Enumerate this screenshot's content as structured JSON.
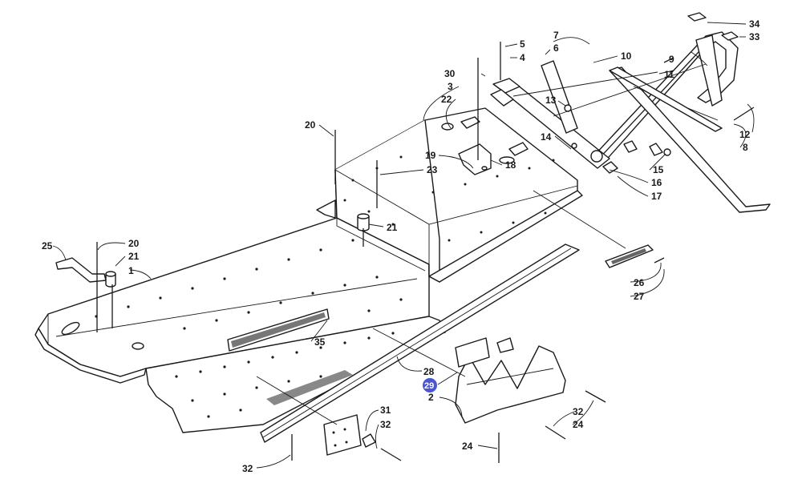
{
  "diagram": {
    "highlighted_callout": "29",
    "highlight_color": "#4a55d6",
    "line_color": "#1a1a1a",
    "callouts": [
      {
        "id": "c34",
        "text": "34"
      },
      {
        "id": "c33",
        "text": "33"
      },
      {
        "id": "c5",
        "text": "5"
      },
      {
        "id": "c4",
        "text": "4"
      },
      {
        "id": "c7",
        "text": "7"
      },
      {
        "id": "c6",
        "text": "6"
      },
      {
        "id": "c10",
        "text": "10"
      },
      {
        "id": "c9",
        "text": "9"
      },
      {
        "id": "c11",
        "text": "11"
      },
      {
        "id": "c30",
        "text": "30"
      },
      {
        "id": "c3",
        "text": "3"
      },
      {
        "id": "c22",
        "text": "22"
      },
      {
        "id": "c13",
        "text": "13"
      },
      {
        "id": "c20a",
        "text": "20"
      },
      {
        "id": "c12",
        "text": "12"
      },
      {
        "id": "c14",
        "text": "14"
      },
      {
        "id": "c8",
        "text": "8"
      },
      {
        "id": "c19",
        "text": "19"
      },
      {
        "id": "c18",
        "text": "18"
      },
      {
        "id": "c23",
        "text": "23"
      },
      {
        "id": "c15",
        "text": "15"
      },
      {
        "id": "c16",
        "text": "16"
      },
      {
        "id": "c17",
        "text": "17"
      },
      {
        "id": "c21a",
        "text": "21"
      },
      {
        "id": "c25",
        "text": "25"
      },
      {
        "id": "c20b",
        "text": "20"
      },
      {
        "id": "c21b",
        "text": "21"
      },
      {
        "id": "c1",
        "text": "1"
      },
      {
        "id": "c26",
        "text": "26"
      },
      {
        "id": "c27",
        "text": "27"
      },
      {
        "id": "c35",
        "text": "35"
      },
      {
        "id": "c28",
        "text": "28"
      },
      {
        "id": "c29",
        "text": "29"
      },
      {
        "id": "c2",
        "text": "2"
      },
      {
        "id": "c31",
        "text": "31"
      },
      {
        "id": "c32a",
        "text": "32"
      },
      {
        "id": "c32b",
        "text": "32"
      },
      {
        "id": "c24a",
        "text": "24"
      },
      {
        "id": "c24b",
        "text": "24"
      },
      {
        "id": "c32c",
        "text": "32"
      }
    ]
  }
}
